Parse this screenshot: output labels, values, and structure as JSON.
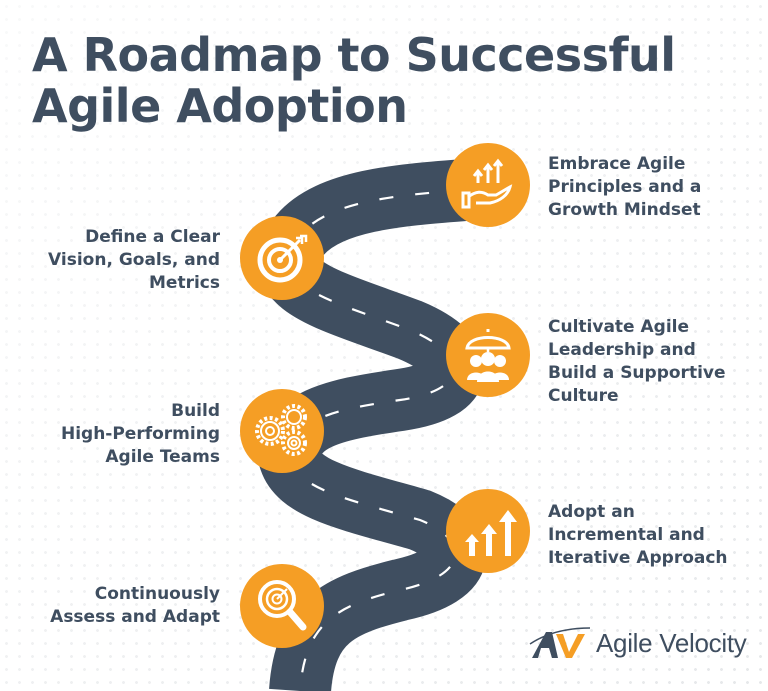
{
  "title": {
    "line1": "A Roadmap to Successful",
    "line2": "Agile Adoption"
  },
  "colors": {
    "title_text": "#3f4e60",
    "road": "#3f4e60",
    "accent_orange": "#f59e25",
    "background": "#ffffff"
  },
  "steps": [
    {
      "lines": [
        "Embrace Agile",
        "Principles and a",
        "Growth Mindset"
      ],
      "icon": "hand-growth-arrows-icon",
      "side": "right"
    },
    {
      "lines": [
        "Define a Clear",
        "Vision, Goals, and",
        "Metrics"
      ],
      "icon": "target-arrow-icon",
      "side": "left"
    },
    {
      "lines": [
        "Cultivate Agile",
        "Leadership and",
        "Build a Supportive",
        "Culture"
      ],
      "icon": "umbrella-people-icon",
      "side": "right"
    },
    {
      "lines": [
        "Build",
        "High-Performing",
        "Agile Teams"
      ],
      "icon": "gears-icon",
      "side": "left"
    },
    {
      "lines": [
        "Adopt an",
        "Incremental and",
        "Iterative Approach"
      ],
      "icon": "rising-arrows-icon",
      "side": "right"
    },
    {
      "lines": [
        "Continuously",
        "Assess and Adapt"
      ],
      "icon": "magnifier-target-icon",
      "side": "left"
    }
  ],
  "logo": {
    "mark": "AV",
    "text": "Agile Velocity"
  }
}
